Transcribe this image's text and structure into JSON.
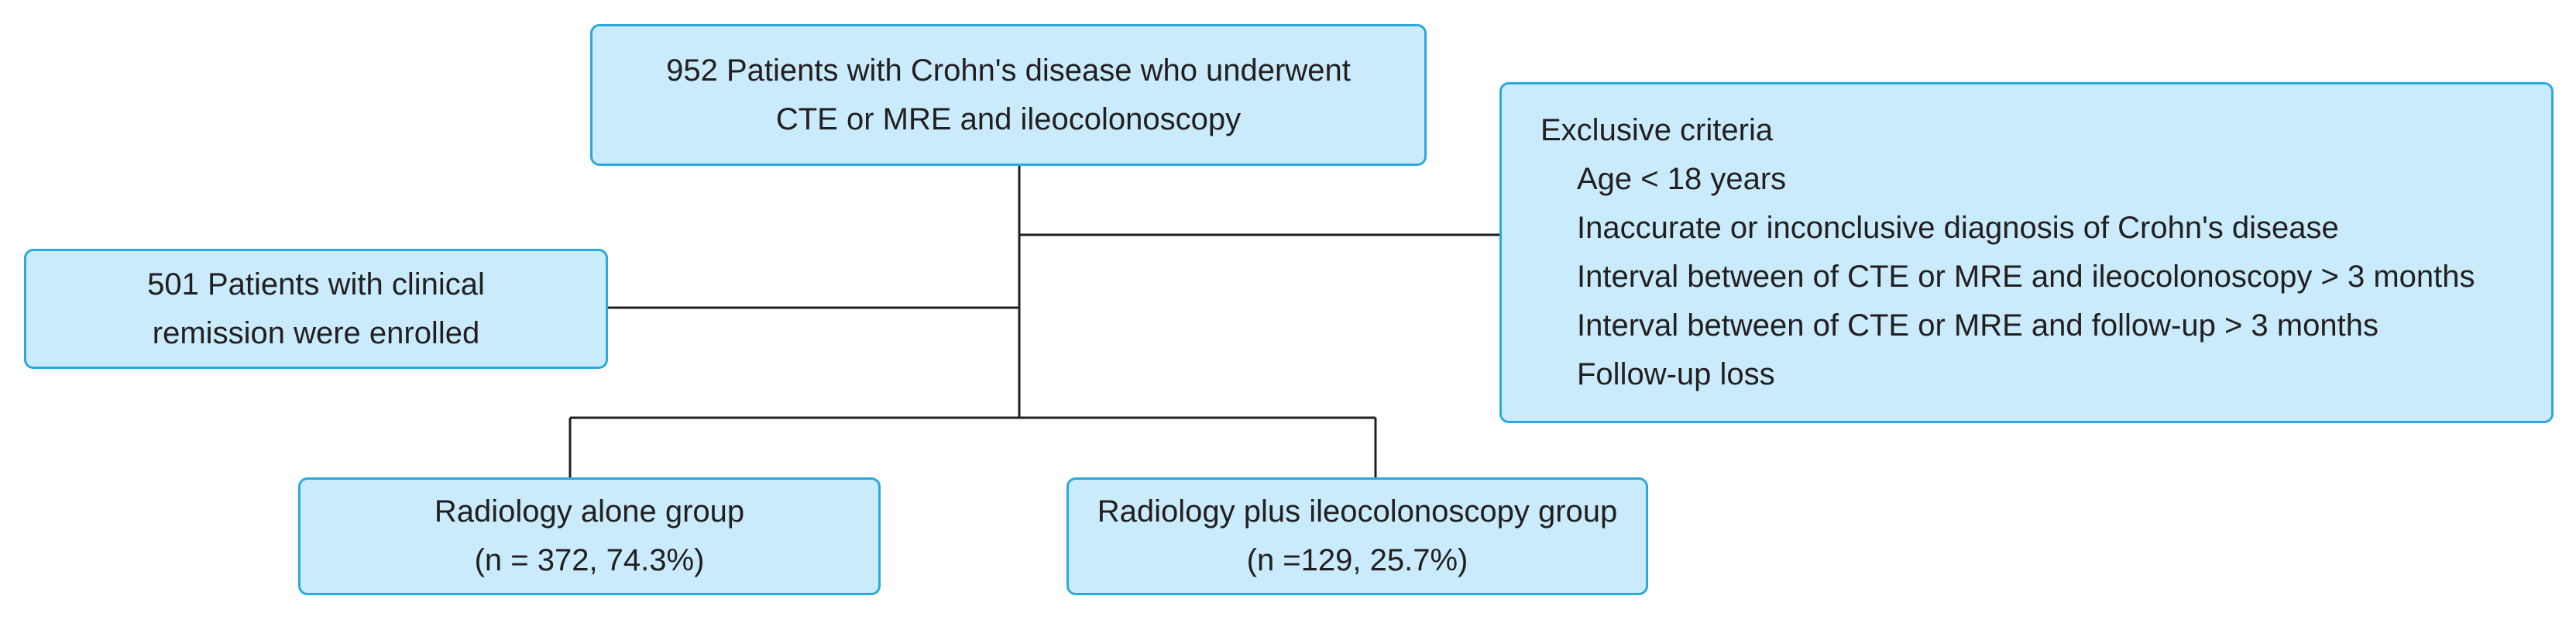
{
  "diagram": {
    "start": {
      "line1": "952 Patients with Crohn's disease who underwent",
      "line2": "CTE or MRE and ileocolonoscopy"
    },
    "exclusion": {
      "title": "Exclusive criteria",
      "items": [
        "Age < 18 years",
        "Inaccurate or inconclusive diagnosis of Crohn's disease",
        "Interval between of CTE or MRE and ileocolonoscopy > 3 months",
        "Interval between of CTE or MRE and follow-up > 3 months",
        "Follow-up loss"
      ]
    },
    "enrolled": {
      "line1": "501 Patients with clinical",
      "line2": "remission were enrolled"
    },
    "group_radiology_alone": {
      "line1": "Radiology alone group",
      "line2": "(n = 372, 74.3%)"
    },
    "group_radiology_plus": {
      "line1": "Radiology plus ileocolonoscopy group",
      "line2": "(n =129, 25.7%)"
    }
  },
  "colors": {
    "box_fill": "#c9ebfb",
    "box_border": "#2aa8df",
    "connector": "#231f20"
  }
}
